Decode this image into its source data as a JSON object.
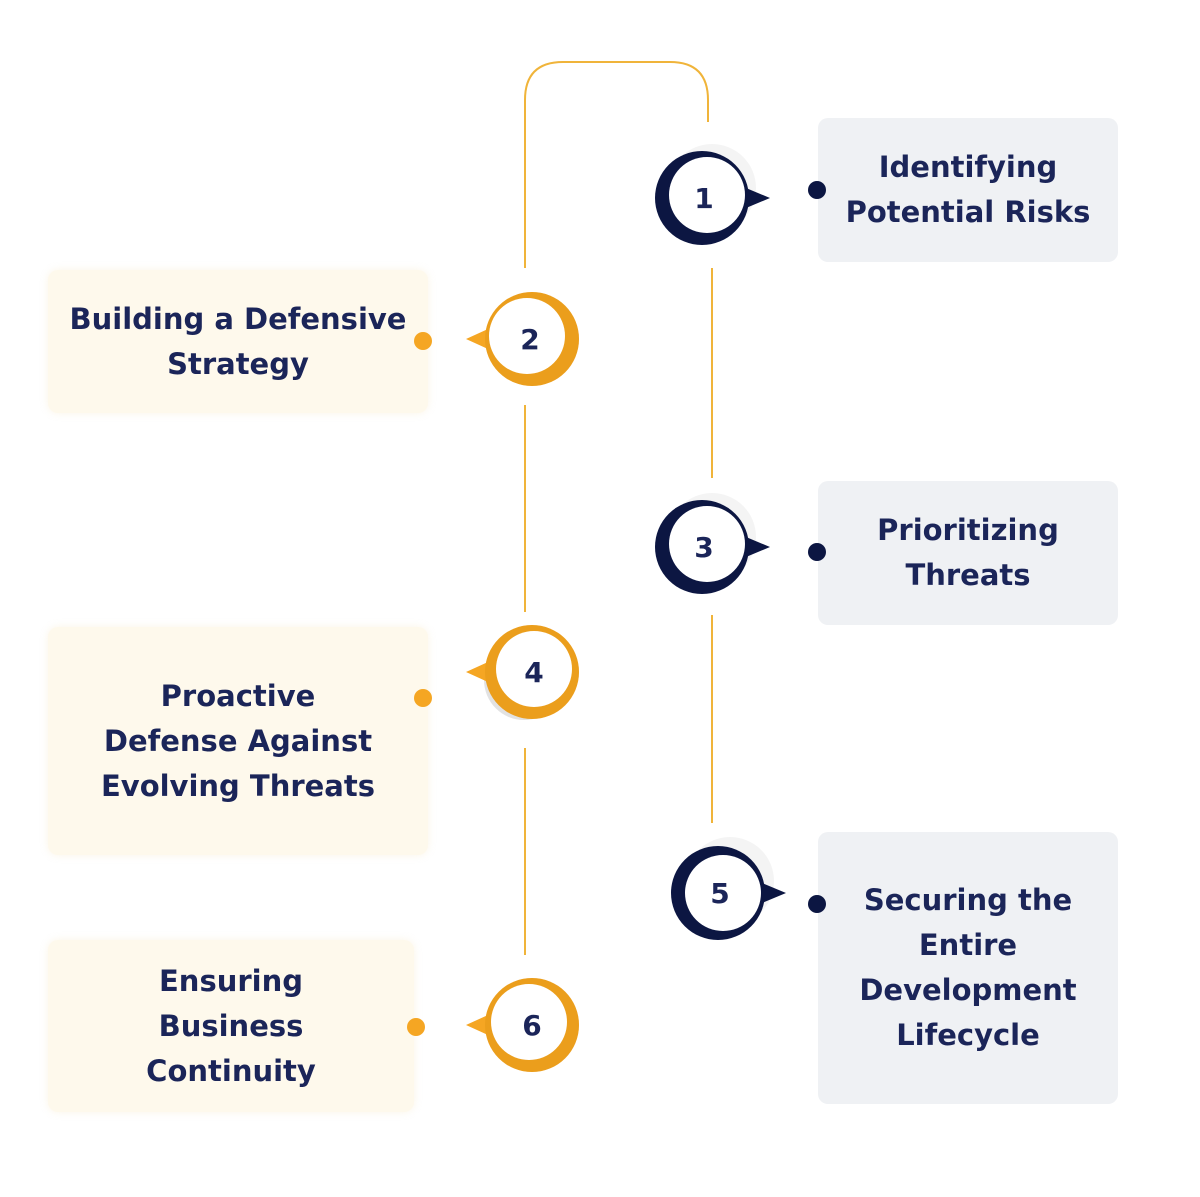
{
  "colors": {
    "navy": "#0c1642",
    "gold": "#f5a623",
    "text": "#1b2559",
    "line": "#f0b43a",
    "box_right": "#eff1f4",
    "box_left": "#fef9ec"
  },
  "steps": [
    {
      "number": "1",
      "label": "Identifying Potential Risks",
      "lines": [
        "Identifying",
        "Potential Risks"
      ],
      "side": "right",
      "color": "navy"
    },
    {
      "number": "2",
      "label": "Building a Defensive Strategy",
      "lines": [
        "Building a Defensive",
        "Strategy"
      ],
      "side": "left",
      "color": "gold"
    },
    {
      "number": "3",
      "label": "Prioritizing Threats",
      "lines": [
        "Prioritizing",
        "Threats"
      ],
      "side": "right",
      "color": "navy"
    },
    {
      "number": "4",
      "label": "Proactive Defense Against Evolving Threats",
      "lines": [
        "Proactive",
        "Defense Against",
        "Evolving Threats"
      ],
      "side": "left",
      "color": "gold"
    },
    {
      "number": "5",
      "label": "Securing the Entire Development Lifecycle",
      "lines": [
        "Securing the",
        "Entire",
        "Development",
        "Lifecycle"
      ],
      "side": "right",
      "color": "navy"
    },
    {
      "number": "6",
      "label": "Ensuring Business Continuity",
      "lines": [
        "Ensuring",
        "Business",
        "Continuity"
      ],
      "side": "left",
      "color": "gold"
    }
  ]
}
